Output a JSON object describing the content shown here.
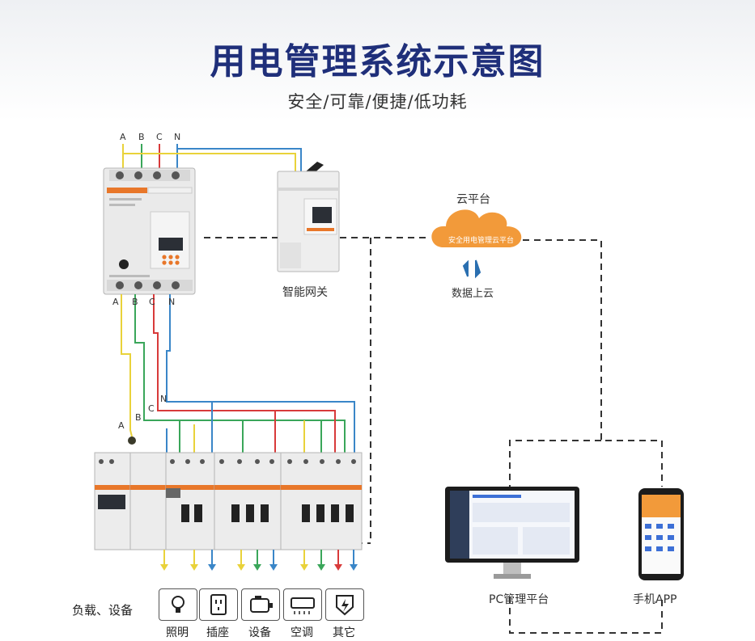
{
  "header": {
    "title": "用电管理系统示意图",
    "subtitle": "安全/可靠/便捷/低功耗"
  },
  "phases_top": [
    "A",
    "B",
    "C",
    "N"
  ],
  "phases_bottom": [
    "A",
    "B",
    "C",
    "N"
  ],
  "phases_bus": {
    "a": "A",
    "b": "B",
    "c": "C",
    "n": "N"
  },
  "gateway_label": "智能网关",
  "cloud": {
    "label": "云平台",
    "inner": "安全用电管理云平台",
    "upload": "数据上云"
  },
  "pc_label": "PC管理平台",
  "app_label": "手机APP",
  "loads": {
    "label": "负载、设备",
    "items": [
      {
        "label": "照明",
        "icon": "bulb-icon"
      },
      {
        "label": "插座",
        "icon": "socket-icon"
      },
      {
        "label": "设备",
        "icon": "motor-icon"
      },
      {
        "label": "空调",
        "icon": "ac-icon"
      },
      {
        "label": "其它",
        "icon": "other-icon"
      }
    ]
  },
  "colors": {
    "phase_a": "#e9d23a",
    "phase_b": "#3aa65a",
    "phase_c": "#d83a3a",
    "phase_n": "#3a86c8",
    "brand": "#e8772a",
    "title": "#1f2f7a",
    "cloud": "#f29a3a"
  }
}
